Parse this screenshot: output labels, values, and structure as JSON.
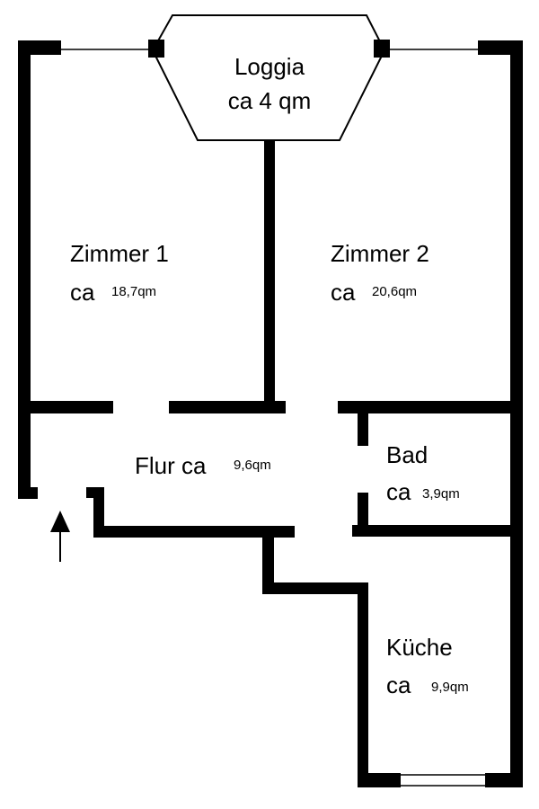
{
  "colors": {
    "wall": "#000000",
    "background": "#ffffff"
  },
  "rooms": {
    "loggia": {
      "name": "Loggia",
      "area": "ca 4 qm"
    },
    "zimmer1": {
      "name": "Zimmer 1",
      "ca": "ca",
      "area": "18,7qm"
    },
    "zimmer2": {
      "name": "Zimmer 2",
      "ca": "ca",
      "area": "20,6qm"
    },
    "flur": {
      "name": "Flur ca",
      "area": "9,6qm"
    },
    "bad": {
      "name": "Bad",
      "ca": "ca",
      "area": "3,9qm"
    },
    "kueche": {
      "name": "Küche",
      "ca": "ca",
      "area": "9,9qm"
    }
  },
  "entrance": {
    "icon": "up-arrow-icon"
  }
}
